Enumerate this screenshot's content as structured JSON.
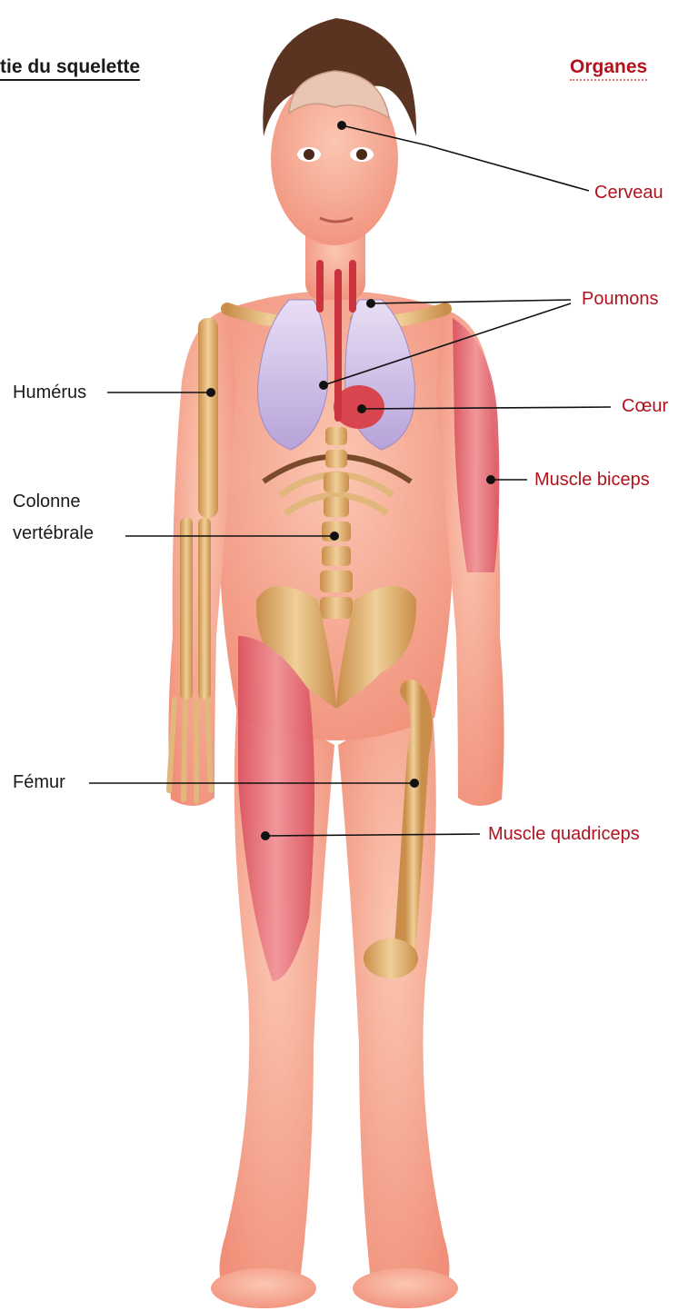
{
  "headings": {
    "left": "tie du squelette",
    "right": "Organes"
  },
  "labels": {
    "left": {
      "humerus": "Humérus",
      "colonne_line1": "Colonne",
      "colonne_line2": "vertébrale",
      "femur": "Fémur"
    },
    "right": {
      "cerveau": "Cerveau",
      "poumons": "Poumons",
      "coeur": "Cœur",
      "biceps": "Muscle biceps",
      "quadriceps": "Muscle quadriceps"
    }
  },
  "colors": {
    "organ_label": "#b0131d",
    "bone_label": "#1a1a1a",
    "skin": "#f4a48f",
    "bone": "#e2b77b",
    "lung": "#cbb9e6",
    "muscle": "#e4707a",
    "hair": "#5a3420"
  }
}
